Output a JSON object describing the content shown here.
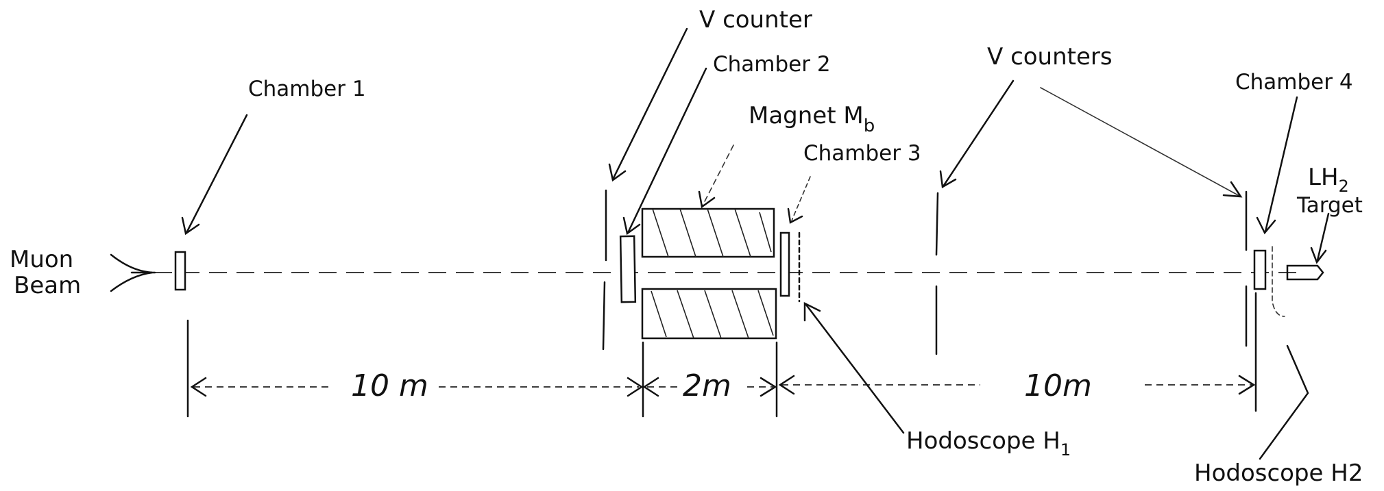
{
  "labels": {
    "muon_beam_1": "Muon",
    "muon_beam_2": "Beam",
    "chamber_1": "Chamber 1",
    "v_counter": "V counter",
    "chamber_2": "Chamber 2",
    "magnet": "Magnet M",
    "magnet_sub": "b",
    "chamber_3": "Chamber 3",
    "v_counters": "V counters",
    "chamber_4": "Chamber 4",
    "lh2": "LH",
    "lh2_sub": "2",
    "target": "Target",
    "hodoscope_h1": "Hodoscope H",
    "hodoscope_h1_sub": "1",
    "hodoscope_h2": "Hodoscope H2"
  },
  "dimensions": {
    "d1": "10 m",
    "d2": "2m",
    "d3": "10m"
  },
  "colors": {
    "ink": "#111111",
    "background": "#ffffff"
  }
}
